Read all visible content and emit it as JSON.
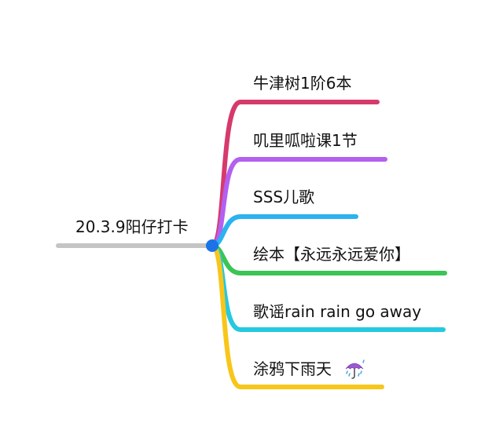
{
  "mindmap": {
    "root": {
      "label": "20.3.9阳仔打卡",
      "line_color": "#c4c4c4",
      "dot_color": "#1a73e8"
    },
    "branches": [
      {
        "label": "牛津树1阶6本",
        "color": "#d63a6b"
      },
      {
        "label": "叽里呱啦课1节",
        "color": "#b35ff0"
      },
      {
        "label": "SSS儿歌",
        "color": "#2bb3f0"
      },
      {
        "label": "绘本【永远永远爱你】",
        "color": "#3cc455"
      },
      {
        "label": "歌谣rain rain go away",
        "color": "#25c9e0"
      },
      {
        "label": "涂鸦下雨天",
        "color": "#f8c61a",
        "icon": "umbrella-rain-icon"
      }
    ]
  }
}
